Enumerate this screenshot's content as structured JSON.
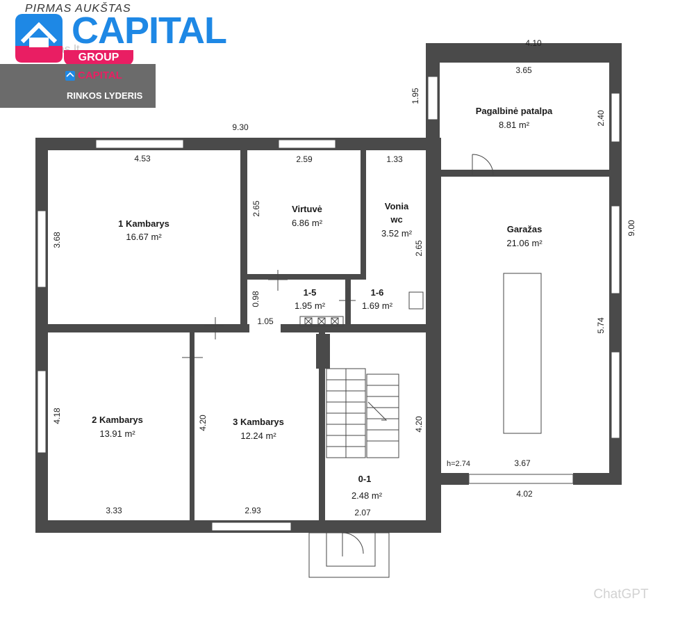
{
  "heading": "PIRMAS AUKŠTAS",
  "logo": {
    "title": "CAPITAL",
    "group": "GROUP",
    "badge_brand": "CAPITAL",
    "badge_text": "RINKOS LYDERIS",
    "watermark": "aruodas.lt"
  },
  "footer_watermark": "ChatGPT",
  "rooms": {
    "kambarys1": {
      "name": "1 Kambarys",
      "area": "16.67 m²"
    },
    "virtuve": {
      "name": "Virtuvė",
      "area": "6.86 m²"
    },
    "vonia": {
      "name": "Vonia",
      "name2": "wc",
      "area": "3.52 m²"
    },
    "pagalbine": {
      "name": "Pagalbinė patalpa",
      "area": "8.81 m²"
    },
    "garazas": {
      "name": "Garažas",
      "area": "21.06 m²"
    },
    "r15": {
      "name": "1-5",
      "area": "1.95 m²"
    },
    "r16": {
      "name": "1-6",
      "area": "1.69 m²"
    },
    "kambarys2": {
      "name": "2 Kambarys",
      "area": "13.91 m²"
    },
    "kambarys3": {
      "name": "3 Kambarys",
      "area": "12.24 m²"
    },
    "r01": {
      "name": "0-1",
      "area": "2.48 m²"
    }
  },
  "dims": {
    "top_overall": "9.30",
    "pag_top_outer": "4.10",
    "pag_top_inner": "3.65",
    "pag_height_left": "1.95",
    "pag_height_right": "2.40",
    "k1_width": "4.53",
    "k1_height": "3.68",
    "virt_width": "2.59",
    "virt_height": "2.65",
    "vonia_width": "1.33",
    "vonia_height": "2.65",
    "r15_height": "0.98",
    "r15_width": "1.05",
    "garage_overall_height": "9.00",
    "garage_inner_height": "5.74",
    "garage_ceiling": "h=2.74",
    "garage_inner_width": "3.67",
    "garage_outer_width": "4.02",
    "k2_height": "4.18",
    "k2_width": "3.33",
    "k3_height": "4.20",
    "k3_width": "2.93",
    "stair_height": "4.20",
    "stair_width": "2.07"
  }
}
